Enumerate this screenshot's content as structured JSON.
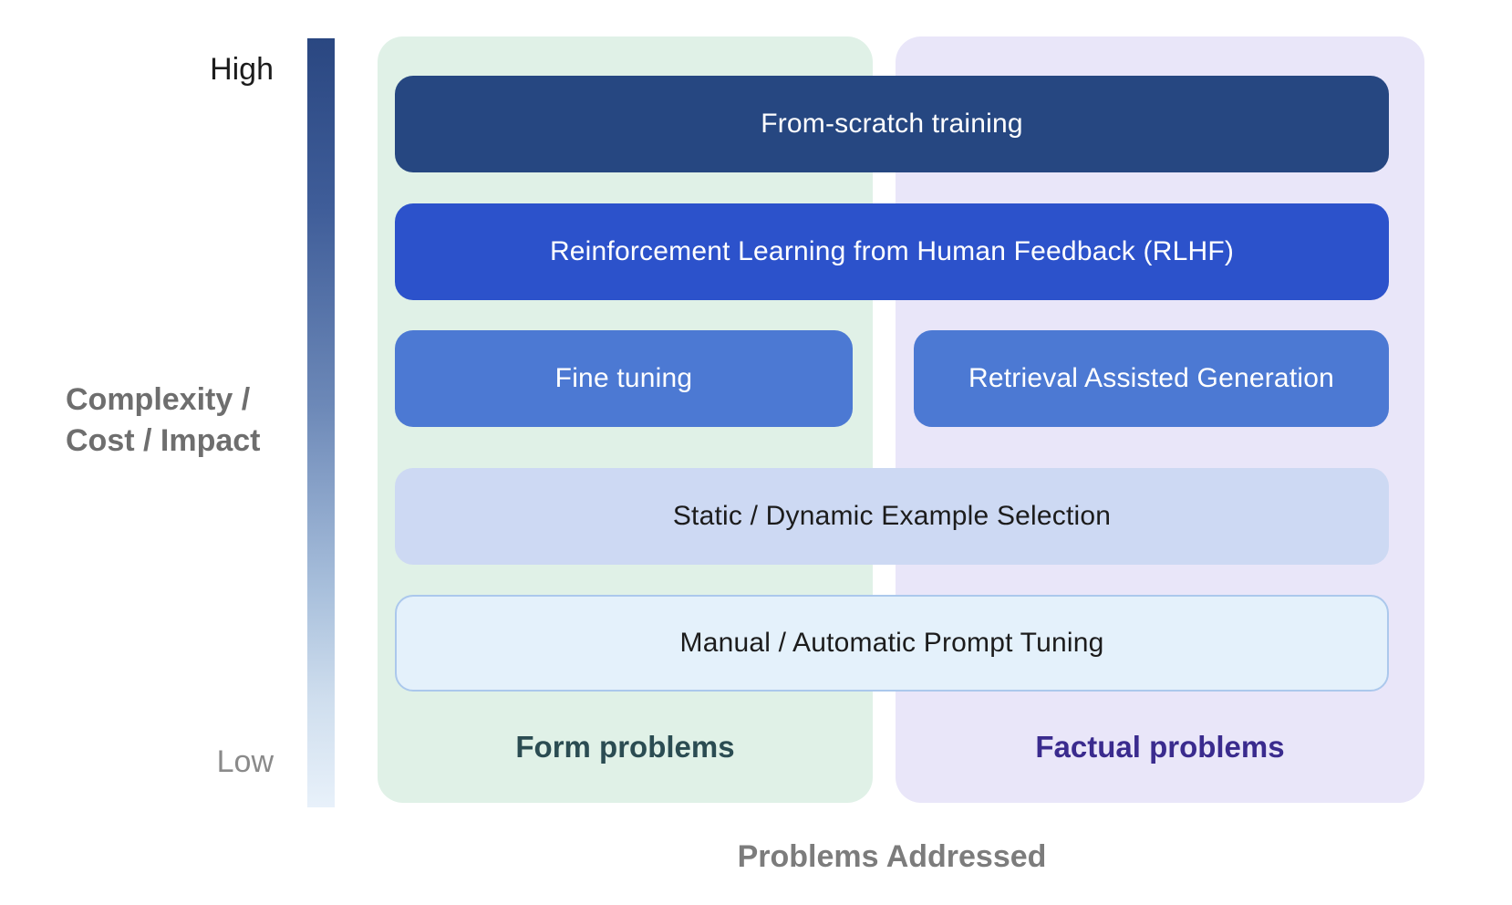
{
  "y_axis": {
    "high": "High",
    "low": "Low",
    "label": "Complexity /\nCost / Impact"
  },
  "x_axis": {
    "label": "Problems Addressed"
  },
  "columns": [
    {
      "id": "form",
      "label": "Form problems",
      "bg_color": "#e0f1e7",
      "label_color": "#2b4c52"
    },
    {
      "id": "factual",
      "label": "Factual problems",
      "bg_color": "#e9e6f9",
      "label_color": "#3a2b8e"
    }
  ],
  "bars": [
    {
      "label": "From-scratch training",
      "span": "both",
      "bg_color": "#264781",
      "text_color": "#ffffff"
    },
    {
      "label": "Reinforcement Learning from Human Feedback (RLHF)",
      "span": "both",
      "bg_color": "#2c52cb",
      "text_color": "#ffffff"
    },
    {
      "label": "Fine tuning",
      "span": "form",
      "bg_color": "#4c79d3",
      "text_color": "#ffffff"
    },
    {
      "label": "Retrieval Assisted Generation",
      "span": "factual",
      "bg_color": "#4c79d3",
      "text_color": "#ffffff"
    },
    {
      "label": "Static / Dynamic Example Selection",
      "span": "both",
      "bg_color": "#cdd9f3",
      "text_color": "#1c1c1c"
    },
    {
      "label": "Manual / Automatic Prompt Tuning",
      "span": "both",
      "bg_color": "#e4f1fb",
      "border_color": "#abc8ec",
      "text_color": "#1c1c1c"
    }
  ],
  "colors": {
    "gradient_top": "#2a4781",
    "gradient_bottom": "#e8f1fa",
    "high_label": "#1c1c1c",
    "low_label": "#8a8a8a",
    "y_axis_label": "#6e6e6e",
    "x_axis_label": "#7c7c7c"
  }
}
